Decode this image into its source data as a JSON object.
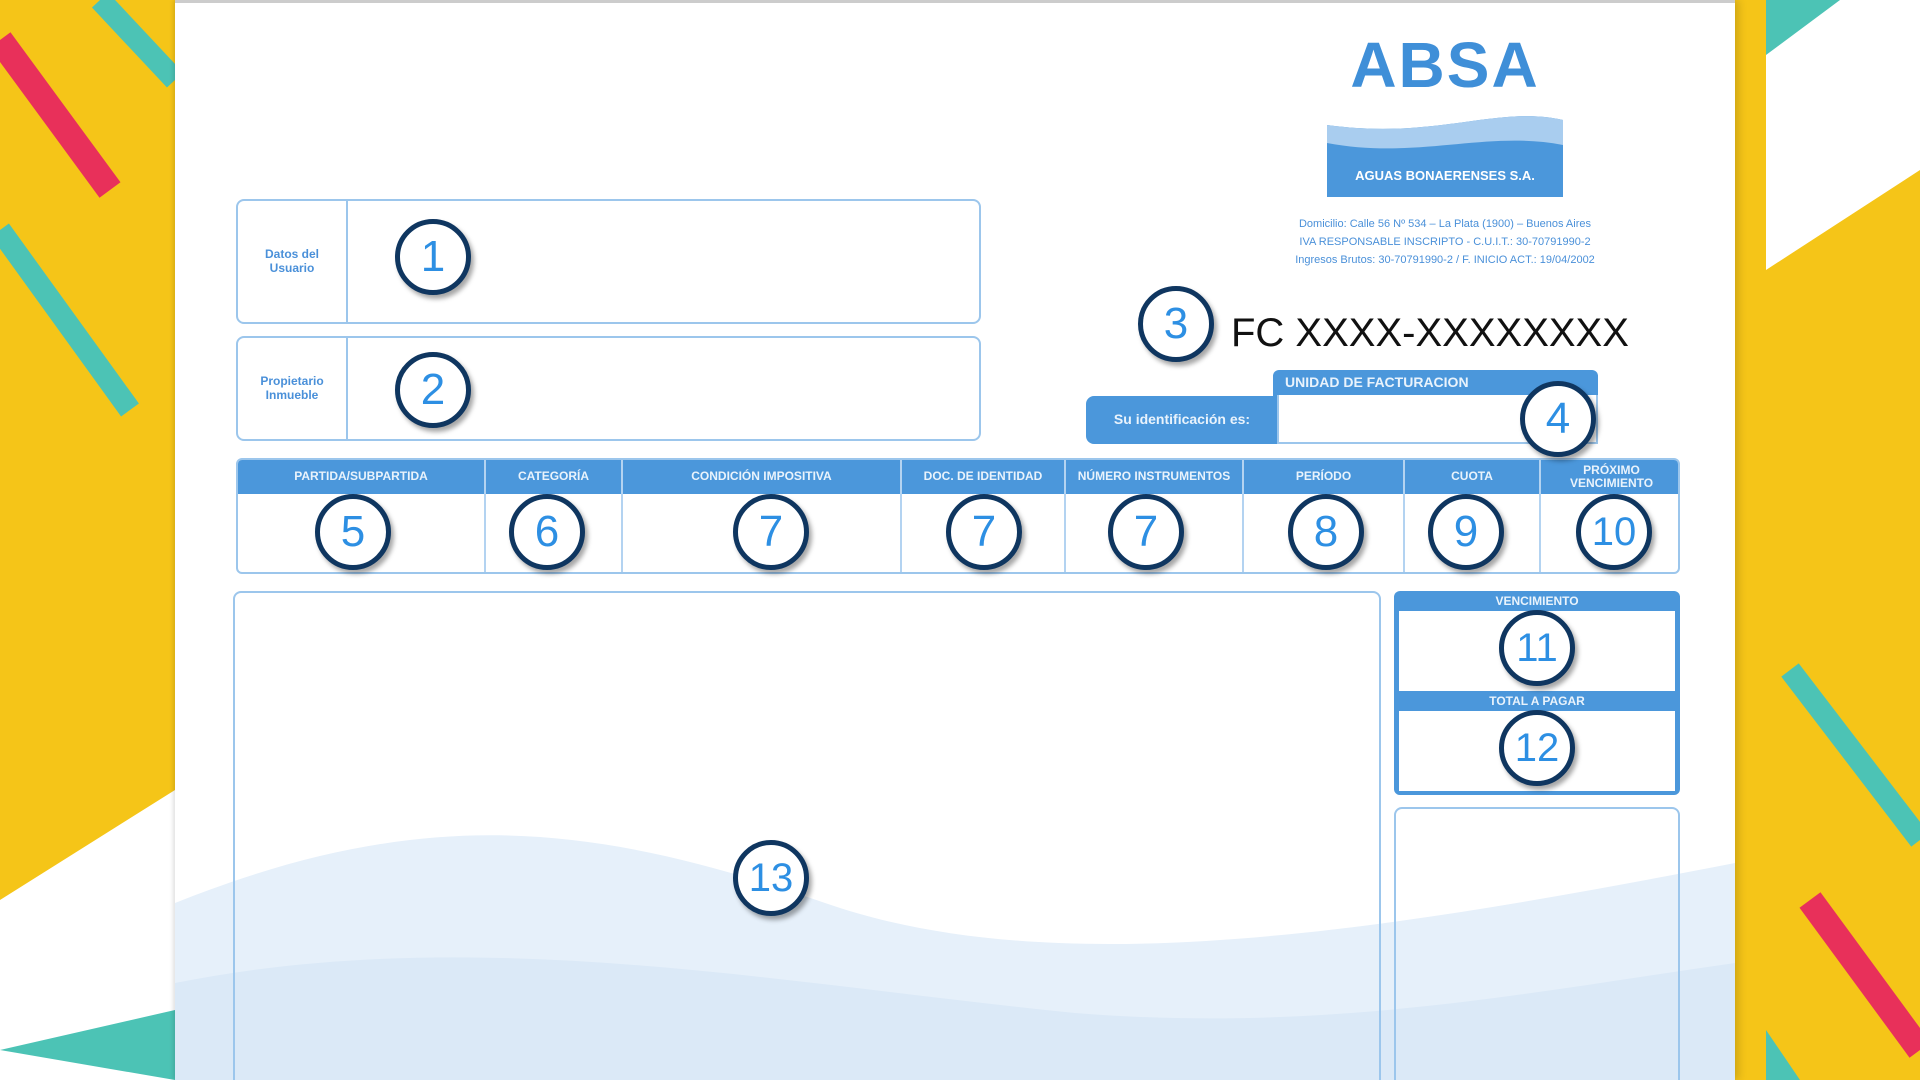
{
  "logo": {
    "brand": "ABSA",
    "company": "AGUAS BONAERENSES S.A."
  },
  "address": {
    "line1": "Domicilio: Calle 56 Nº 534 – La Plata (1900) – Buenos Aires",
    "line2": "IVA RESPONSABLE INSCRIPTO - C.U.I.T.: 30-70791990-2",
    "line3": "Ingresos Brutos: 30-70791990-2  /  F. INICIO ACT.: 19/04/2002"
  },
  "boxes": {
    "user_label": "Datos del Usuario",
    "owner_label": "Propietario Inmueble"
  },
  "invoice_number": "FC XXXX-XXXXXXXX",
  "billing": {
    "header": "UNIDAD DE FACTURACION",
    "id_label": "Su identificación es:"
  },
  "columns": [
    "PARTIDA/SUBPARTIDA",
    "CATEGORÍA",
    "CONDICIÓN IMPOSITIVA",
    "DOC. DE IDENTIDAD",
    "NÚMERO INSTRUMENTOS",
    "PERÍODO",
    "CUOTA",
    "PRÓXIMO VENCIMIENTO"
  ],
  "due": {
    "due_label": "VENCIMIENTO",
    "total_label": "TOTAL A PAGAR"
  },
  "markers": [
    "1",
    "2",
    "3",
    "4",
    "5",
    "6",
    "7",
    "7",
    "7",
    "8",
    "9",
    "10",
    "11",
    "12",
    "13"
  ],
  "colors": {
    "accent": "#4b97db",
    "marker_border": "#0f3660",
    "marker_text": "#2d8fe3",
    "background": "#f5c518"
  }
}
